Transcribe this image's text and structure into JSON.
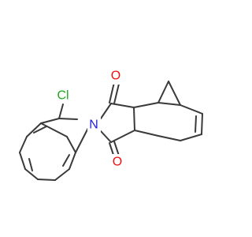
{
  "molecule": {
    "colors": {
      "bond": "#3a3a3a",
      "chlorine": "#1fa81f",
      "nitrogen": "#1f1fdd",
      "oxygen": "#ee1111",
      "background": "#ffffff"
    },
    "atoms": {
      "chlorine": "Cl",
      "nitrogen": "N",
      "oxygen_top": "O",
      "oxygen_bottom": "O"
    }
  }
}
